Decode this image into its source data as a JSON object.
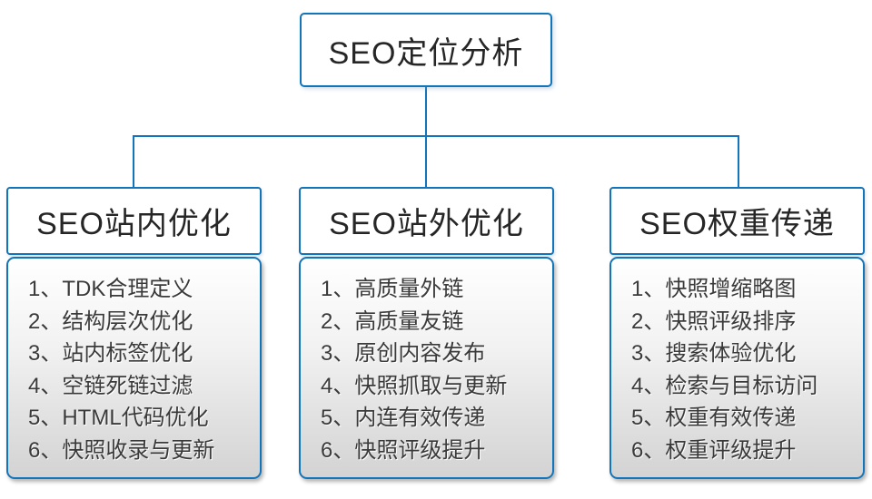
{
  "root": {
    "title": "SEO定位分析"
  },
  "branches": [
    {
      "title": "SEO站内优化",
      "items": [
        "1、TDK合理定义",
        "2、结构层次优化",
        "3、站内标签优化",
        "4、空链死链过滤",
        "5、HTML代码优化",
        "6、快照收录与更新"
      ]
    },
    {
      "title": "SEO站外优化",
      "items": [
        "1、高质量外链",
        "2、高质量友链",
        "3、原创内容发布",
        "4、快照抓取与更新",
        "5、内连有效传递",
        "6、快照评级提升"
      ]
    },
    {
      "title": "SEO权重传递",
      "items": [
        "1、快照增缩略图",
        "2、快照评级排序",
        "3、搜索体验优化",
        "4、检索与目标访问",
        "5、权重有效传递",
        "6、权重评级提升"
      ]
    }
  ],
  "colors": {
    "accent_border": "#1274ba",
    "node_background": "#ffffff",
    "list_gradient_top": "#ffffff",
    "list_gradient_bottom": "#d3d3d3",
    "text": "#3a3a3a"
  }
}
